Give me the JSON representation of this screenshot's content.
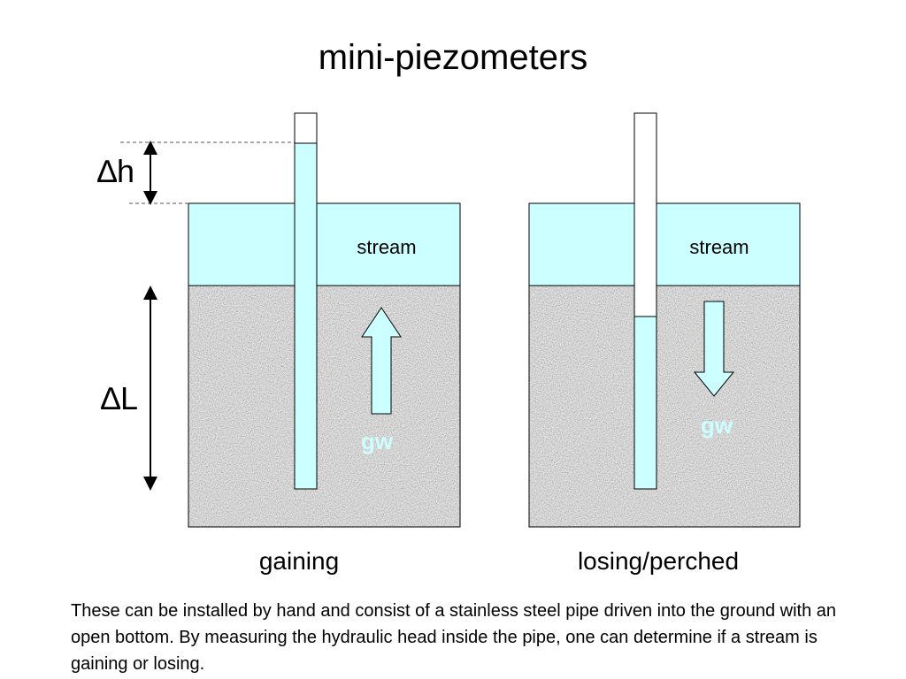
{
  "title": "mini-piezometers",
  "labels": {
    "delta_h": "∆h",
    "delta_L": "∆L"
  },
  "panels": [
    {
      "stream_label": "stream",
      "flow_label": "gw",
      "caption": "gaining",
      "flow_direction": "up"
    },
    {
      "stream_label": "stream",
      "flow_label": "gw",
      "caption": "losing/perched",
      "flow_direction": "down"
    }
  ],
  "description": "These can be installed by hand and consist of a stainless steel pipe driven into the ground with an open bottom.  By measuring the hydraulic head inside the pipe, one can determine if a stream is gaining or losing.",
  "colors": {
    "water": "#ccffff",
    "sediment": "#a8a8a8",
    "flow_label": "#ccffff"
  }
}
